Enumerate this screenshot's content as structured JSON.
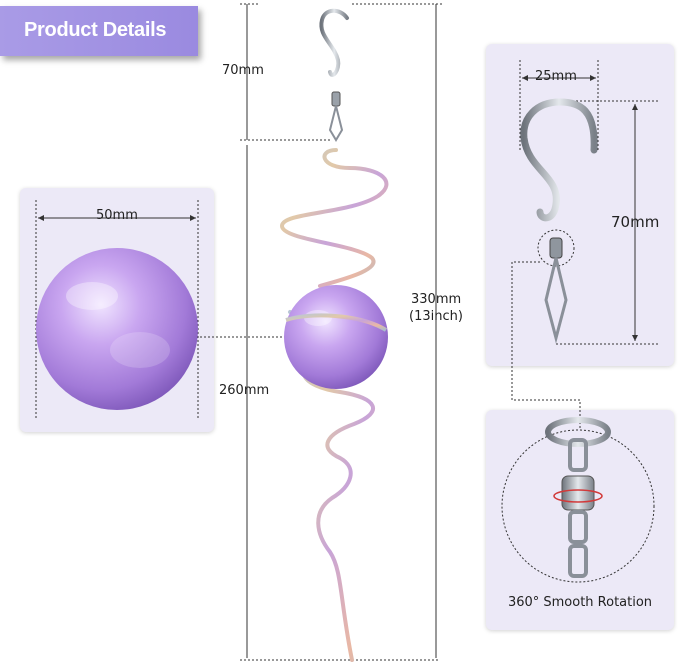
{
  "banner": {
    "title": "Product Details"
  },
  "dimensions": {
    "hook_top_height": "70mm",
    "spiral_height": "260mm",
    "total_height": "330mm",
    "total_height_inch": "(13inch)",
    "ball_diameter": "50mm",
    "hook_width": "25mm",
    "hook_height": "70mm"
  },
  "caption": {
    "rotation": "360° Smooth Rotation"
  },
  "colors": {
    "banner": "#9a8ae0",
    "panel": "#ece9f7",
    "ball": "#b68fe0"
  }
}
